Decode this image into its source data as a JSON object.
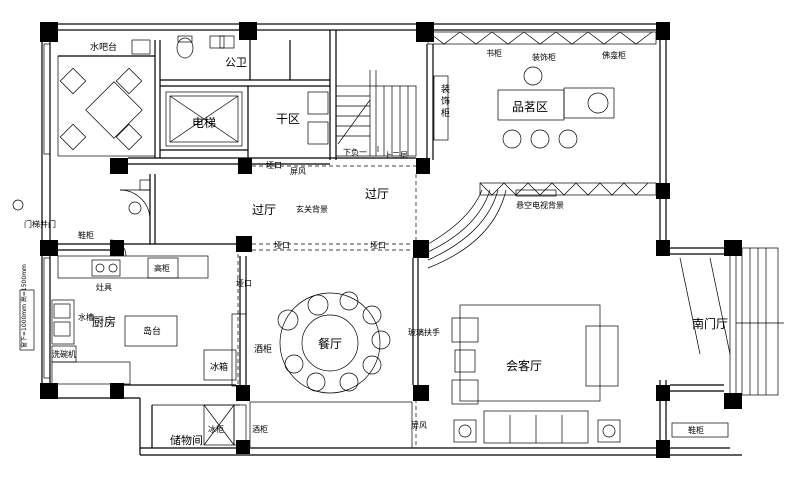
{
  "rooms": {
    "water_bar": "水吧台",
    "public_wc": "公卫",
    "elevator": "电梯",
    "dry_zone": "干区",
    "go_down": "下负一",
    "go_up": "上二层",
    "decor_cabinet_v": "装饰柜",
    "bookshelf": "书柜",
    "decor_cabinet": "装饰柜",
    "buddha_cabinet": "佛龛柜",
    "tea_area": "品茗区",
    "corridor_left": "过厅",
    "corridor_right": "过厅",
    "entry_screen": "玄关背景",
    "screen_top": "屏风",
    "suspended_tv": "悬空电视背景",
    "elevator_well_door": "门梯井门",
    "shoe_cabinet_left": "鞋柜",
    "high_cabinet": "高柜",
    "stove": "灶具",
    "kitchen": "厨房",
    "island": "岛台",
    "sink": "水槽",
    "dishwasher": "洗碗机",
    "fridge_kitchen": "冰箱",
    "wine_cabinet_1": "酒柜",
    "dining": "餐厅",
    "glass_rail": "玻璃扶手",
    "living": "会客厅",
    "south_hall": "南门厅",
    "shoe_cabinet_right": "鞋柜",
    "storage": "储物间",
    "fridge_storage": "冰柜",
    "wine_cabinet_2": "酒柜",
    "screen_bottom": "屏风",
    "window_note": "窗下=1000mm 高=1500mm",
    "pass_1": "垭口",
    "pass_2": "垭口",
    "pass_3": "垭口",
    "pass_4": "垭口"
  }
}
